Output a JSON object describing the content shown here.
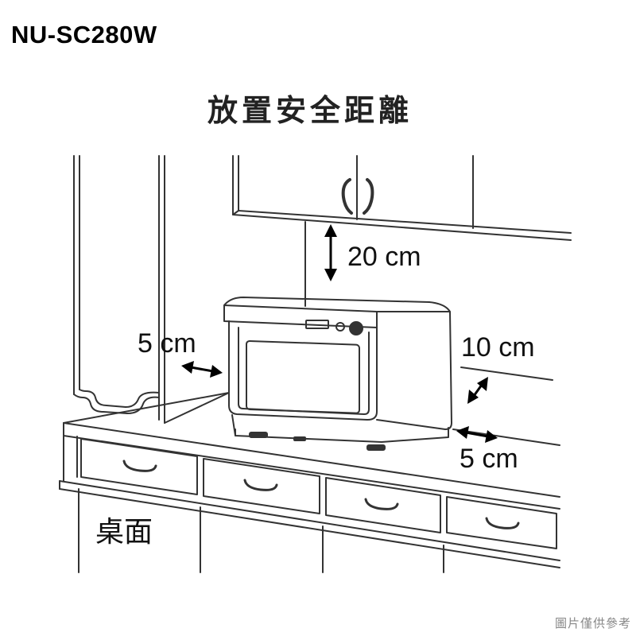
{
  "model": "NU-SC280W",
  "title": "放置安全距離",
  "clearances": {
    "top": "20 cm",
    "left": "5 cm",
    "back": "10 cm",
    "side": "5 cm"
  },
  "counter_label": "桌面",
  "note": "圖片僅供參考"
}
